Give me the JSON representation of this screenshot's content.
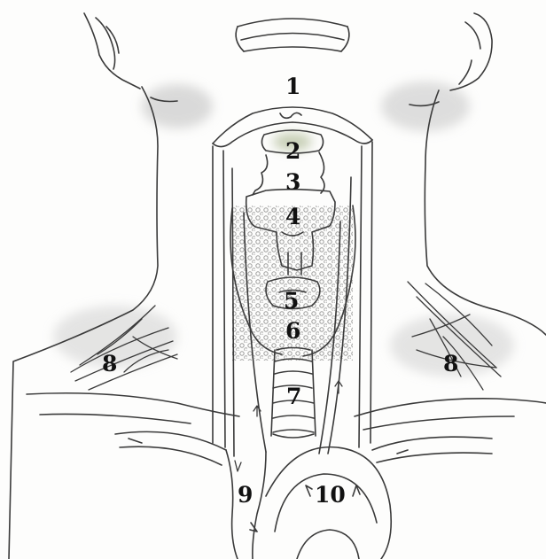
{
  "figure": {
    "description_colors": {
      "ink": "#3a3a3a",
      "shade": "#c9c9c9",
      "gland_tint": "#b9c49a",
      "label": "#111111"
    },
    "labels": [
      {
        "id": "label-1",
        "text": "1"
      },
      {
        "id": "label-2",
        "text": "2"
      },
      {
        "id": "label-3",
        "text": "3"
      },
      {
        "id": "label-4",
        "text": "4"
      },
      {
        "id": "label-5",
        "text": "5"
      },
      {
        "id": "label-6",
        "text": "6"
      },
      {
        "id": "label-7",
        "text": "7"
      },
      {
        "id": "label-8-left",
        "text": "8"
      },
      {
        "id": "label-8-right",
        "text": "8"
      },
      {
        "id": "label-9",
        "text": "9"
      },
      {
        "id": "label-10",
        "text": "10"
      }
    ]
  }
}
